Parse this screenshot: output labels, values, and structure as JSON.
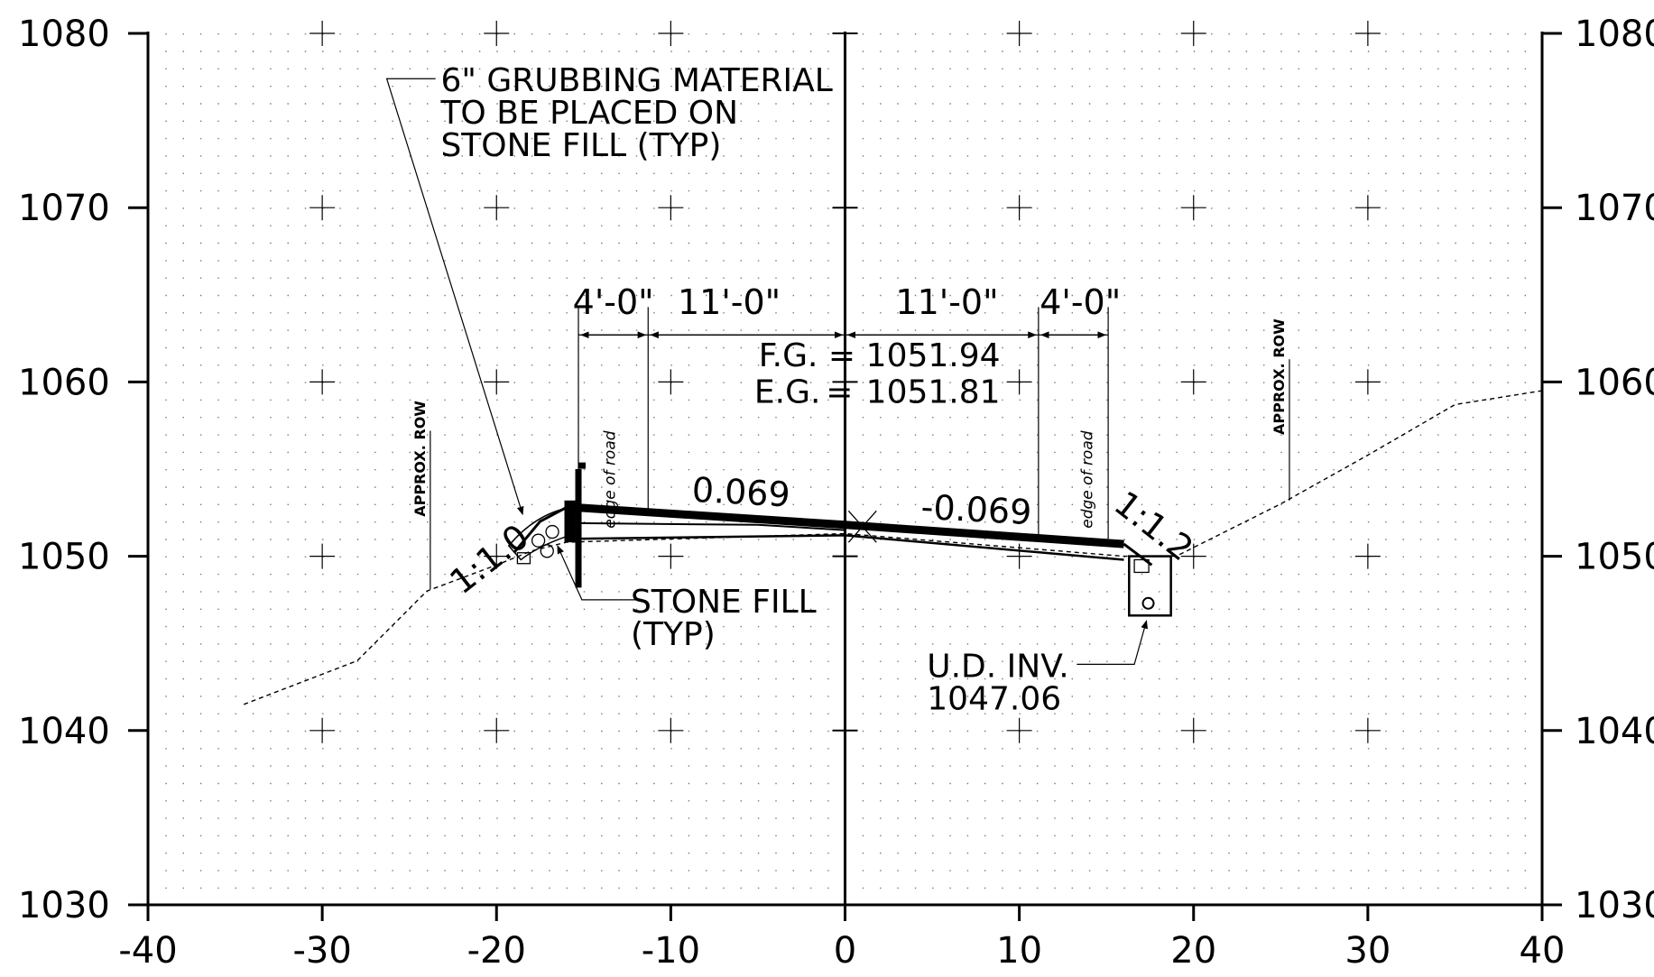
{
  "chart_data": {
    "type": "cross-section",
    "xlim": [
      -40,
      40
    ],
    "ylim": [
      1030,
      1080
    ],
    "x_ticks": [
      "-40",
      "-30",
      "-20",
      "-10",
      "0",
      "10",
      "20",
      "30",
      "40"
    ],
    "y_ticks": [
      "1030",
      "1040",
      "1050",
      "1060",
      "1070",
      "1080"
    ],
    "grid_dots": true,
    "existing_ground": [
      [
        -34.5,
        1041.5
      ],
      [
        -28,
        1044
      ],
      [
        -24,
        1048
      ],
      [
        -20,
        1049.5
      ],
      [
        -18,
        1050.3
      ],
      [
        -16,
        1050.8
      ],
      [
        0,
        1051.3
      ],
      [
        16,
        1050
      ],
      [
        19,
        1050
      ],
      [
        25,
        1053
      ],
      [
        30,
        1055.8
      ],
      [
        35,
        1058.7
      ],
      [
        40,
        1059.5
      ]
    ],
    "finished_grade": [
      [
        -15.5,
        1052.8
      ],
      [
        0,
        1051.8
      ],
      [
        16,
        1050.7
      ]
    ],
    "fill_slope_left": [
      [
        -19,
        1050.2
      ],
      [
        -17.5,
        1052
      ],
      [
        -15.8,
        1052.9
      ]
    ],
    "fill_slope_right": [
      [
        16,
        1050.7
      ],
      [
        17.6,
        1049.5
      ]
    ],
    "dimensions": [
      "4'-0\"",
      "11'-0\"",
      "11'-0\"",
      "4'-0\""
    ],
    "grade_values": {
      "left": "0.069",
      "right": "-0.069"
    },
    "slope_labels": {
      "left": "1:1.0",
      "right": "1:1.2"
    },
    "fg_label": "F.G. = 1051.94",
    "eg_label": "E.G. = 1051.81",
    "notes": {
      "grubbing": [
        "6\" GRUBBING MATERIAL",
        "TO BE PLACED ON",
        "STONE FILL (TYP)"
      ],
      "stone_fill": [
        "STONE FILL",
        "(TYP)"
      ],
      "underdrain": [
        "U.D. INV.",
        "1047.06"
      ]
    },
    "edge_of_road": "edge of road",
    "approx_row": "APPROX. ROW"
  }
}
